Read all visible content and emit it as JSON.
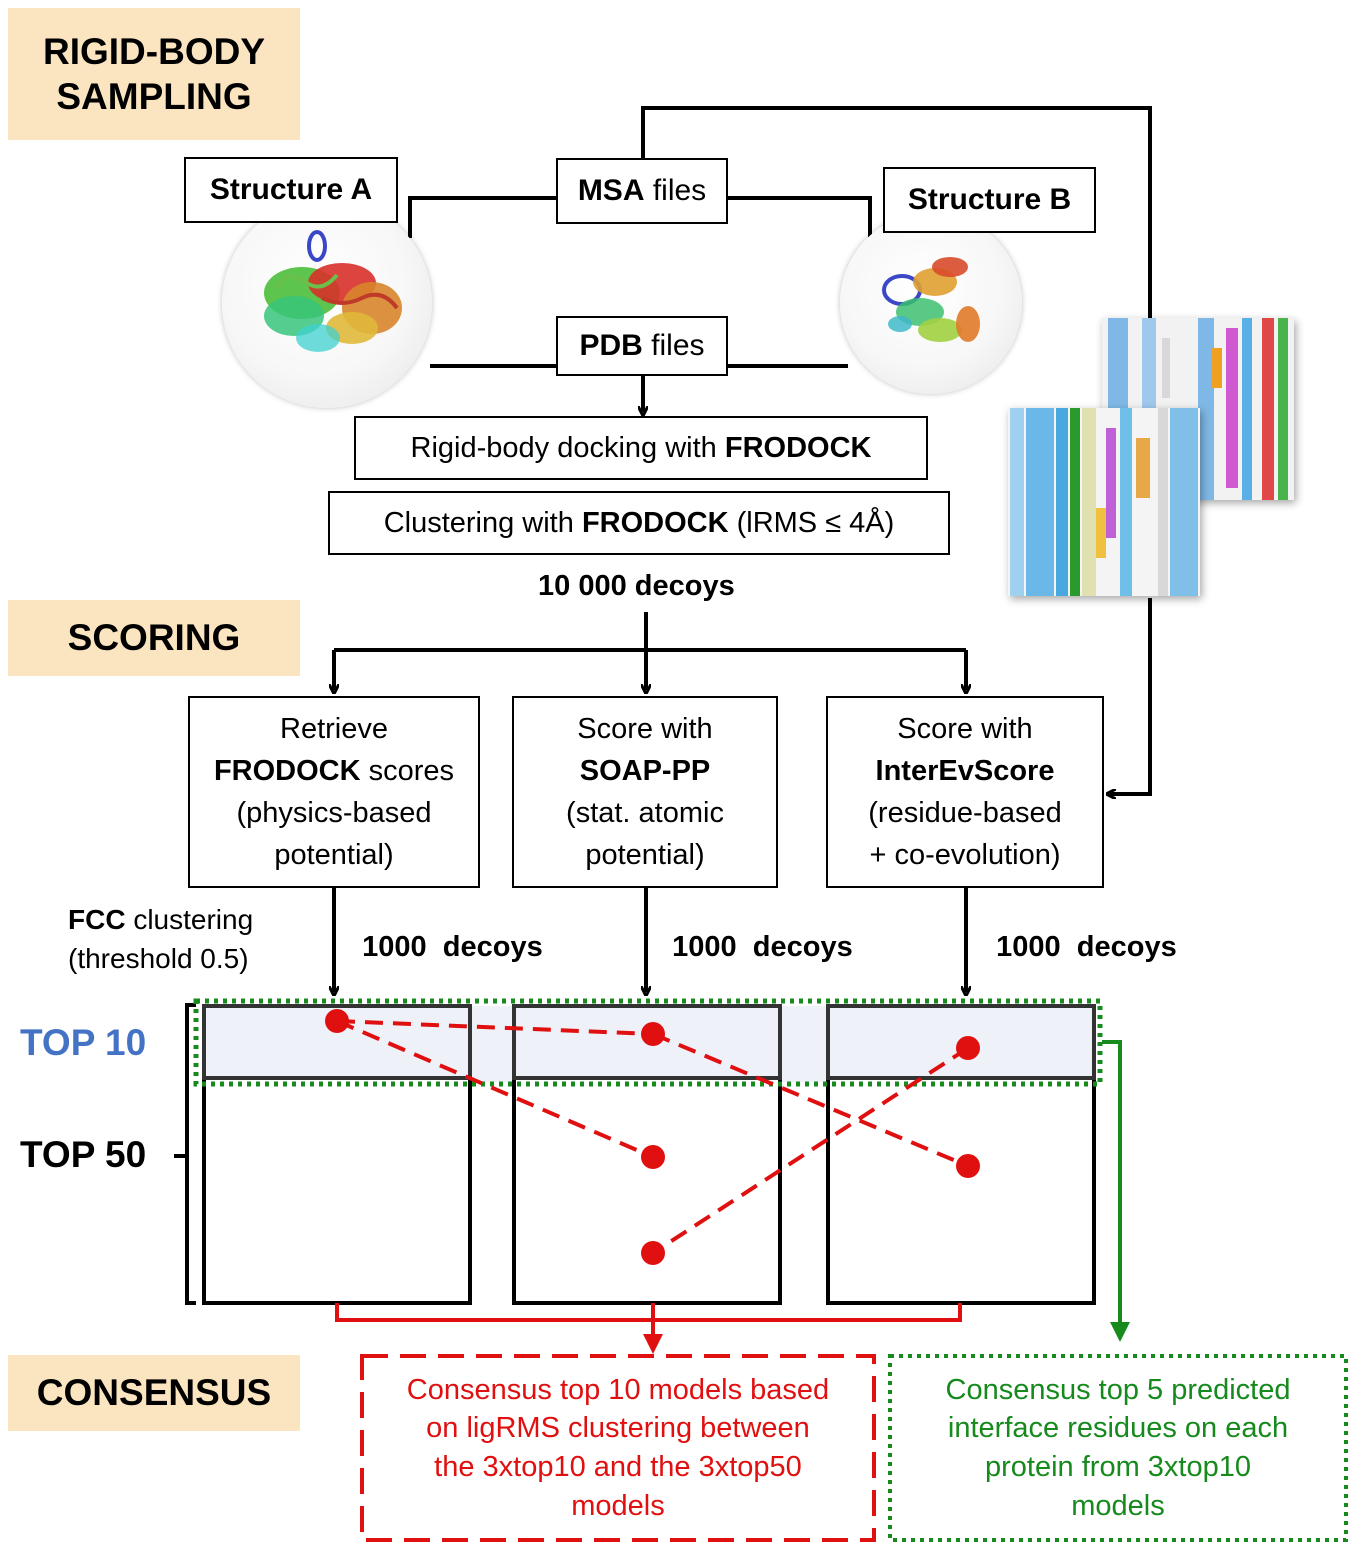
{
  "sections": {
    "sampling": "RIGID-BODY SAMPLING",
    "scoring": "SCORING",
    "consensus": "CONSENSUS"
  },
  "inputs": {
    "structure_a": "Structure A",
    "structure_b": "Structure B",
    "msa_bold": "MSA",
    "msa_rest": " files",
    "pdb_bold": "PDB",
    "pdb_rest": " files"
  },
  "docking": {
    "prefix": "Rigid-body docking with ",
    "tool": "FRODOCK"
  },
  "clustering": {
    "prefix": "Clustering with ",
    "tool": "FRODOCK",
    "suffix": " (lRMS ≤ 4Å)"
  },
  "decoys_total": "10 000 decoys",
  "scorers": [
    {
      "line1": "Retrieve",
      "bold": "FRODOCK",
      "bold_suffix": " scores",
      "line3": "(physics-based",
      "line4": "potential)"
    },
    {
      "line1": "Score with",
      "bold": "SOAP-PP",
      "bold_suffix": "",
      "line3": "(stat. atomic",
      "line4": "potential)"
    },
    {
      "line1": "Score with",
      "bold": "InterEvScore",
      "bold_suffix": "",
      "line3": "(residue-based",
      "line4": "+ co-evolution)"
    }
  ],
  "fcc": {
    "bold": "FCC",
    "rest": " clustering",
    "line2": "(threshold 0.5)"
  },
  "decoys_per_scorer": "1000  decoys",
  "top10_label": "TOP 10",
  "top50_label": "TOP 50",
  "consensus_models": {
    "line1": "Consensus top 10 models based",
    "line2": "on ligRMS clustering between",
    "line3": "the 3xtop10 and the 3xtop50",
    "line4": "models"
  },
  "consensus_residues": {
    "line1": "Consensus top 5 predicted",
    "line2": "interface residues on each",
    "line3": "protein from 3xtop10",
    "line4": "models"
  },
  "colors": {
    "section_bg": "#fbe5c0",
    "top10_blue": "#4472c4",
    "red": "#e01010",
    "green": "#178a1e"
  }
}
